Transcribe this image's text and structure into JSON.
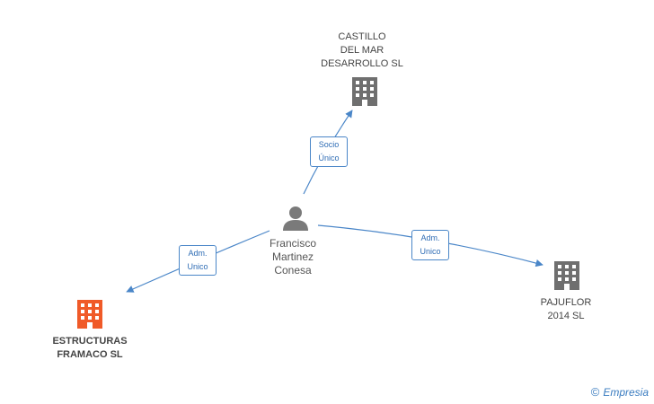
{
  "colors": {
    "edge": "#4a86c8",
    "building": "#6f6f6f",
    "building_highlight": "#f05a28",
    "person": "#7a7a7a"
  },
  "nodes": {
    "castillo": {
      "label": "CASTILLO\nDEL MAR\nDESARROLLO SL",
      "icon": "building-icon"
    },
    "francisco": {
      "label": "Francisco\nMartinez\nConesa",
      "icon": "person-icon"
    },
    "pajuflor": {
      "label": "PAJUFLOR\n2014  SL",
      "icon": "building-icon"
    },
    "estructuras": {
      "label": "ESTRUCTURAS\nFRAMACO SL",
      "icon": "building-icon"
    }
  },
  "edges": {
    "to_castillo": {
      "label": "Socio\nÚnico"
    },
    "to_pajuflor": {
      "label": "Adm.\nUnico"
    },
    "to_estructuras": {
      "label": "Adm.\nUnico"
    }
  },
  "watermark": {
    "copyright": "©",
    "brand": "Empresia"
  }
}
